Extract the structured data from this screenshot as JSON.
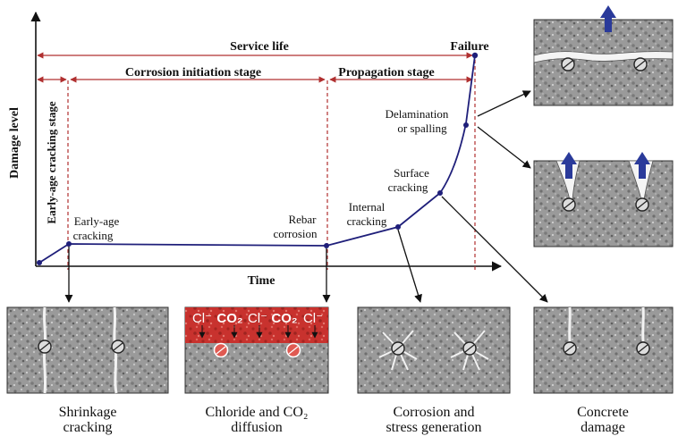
{
  "axes": {
    "x_label": "Time",
    "y_label": "Damage level"
  },
  "stages": {
    "service_life": "Service life",
    "early_age": "Early-age cracking stage",
    "initiation": "Corrosion initiation stage",
    "propagation": "Propagation stage"
  },
  "events": {
    "failure": "Failure",
    "delamination_1": "Delamination",
    "delamination_2": "or spalling",
    "surface_1": "Surface",
    "surface_2": "cracking",
    "internal_1": "Internal",
    "internal_2": "cracking",
    "rebar_1": "Rebar",
    "rebar_2": "corrosion",
    "earlyage_1": "Early-age",
    "earlyage_2": "cracking"
  },
  "panels": {
    "shrinkage": {
      "line1": "Shrinkage",
      "line2": "cracking"
    },
    "chloride": {
      "line1": "Chloride and CO₂",
      "line2": "diffusion",
      "species": [
        "Cl⁻",
        "CO₂",
        "Cl⁻",
        "CO₂",
        "Cl⁻"
      ]
    },
    "corrosion": {
      "line1": "Corrosion and",
      "line2": "stress generation"
    },
    "damage": {
      "line1": "Concrete",
      "line2": "damage"
    }
  },
  "colors": {
    "curve": "#1f1f7a",
    "stage_lines": "#b03030",
    "arrows": "#2a3a9a",
    "chloride": "#c8322e"
  }
}
